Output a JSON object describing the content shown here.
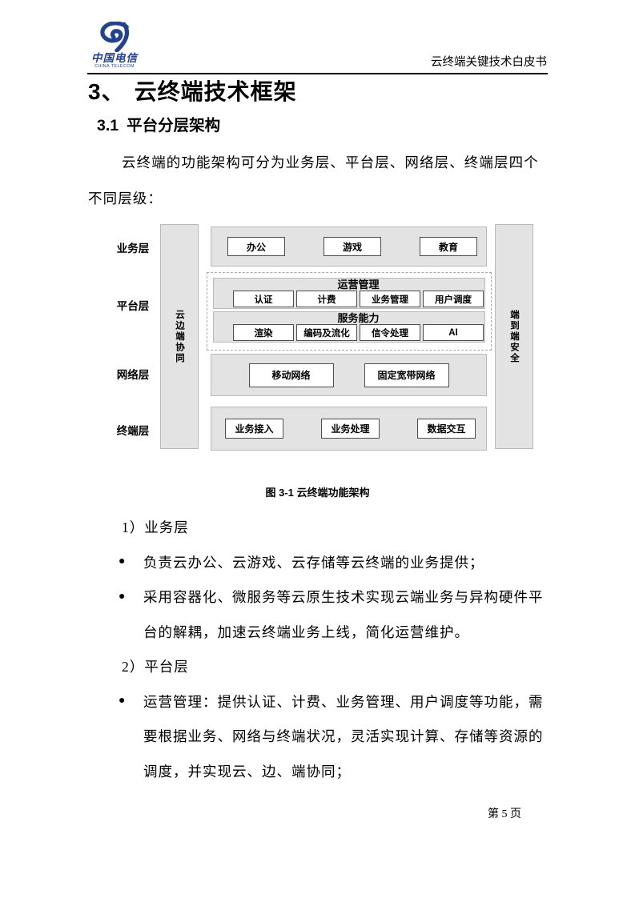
{
  "header": {
    "logo_cn": "中国电信",
    "logo_en": "CHINA TELECOM",
    "doc_title": "云终端关键技术白皮书"
  },
  "content": {
    "heading_number": "3、",
    "heading_title": "云终端技术框架",
    "subheading_number": "3.1",
    "subheading_title": "平台分层架构",
    "intro_lines": [
      "云终端的功能架构可分为业务层、平台层、网络层、终端层四个",
      "不同层级："
    ]
  },
  "diagram": {
    "layer_labels": [
      "业务层",
      "平台层",
      "网络层",
      "终端层"
    ],
    "left_bar": "云边端协同",
    "right_bar": "端到端安全",
    "business_boxes": [
      "办公",
      "游戏",
      "教育"
    ],
    "platform_groups": [
      {
        "title": "运营管理",
        "boxes": [
          "认证",
          "计费",
          "业务管理",
          "用户调度"
        ]
      },
      {
        "title": "服务能力",
        "boxes": [
          "渲染",
          "编码及流化",
          "信令处理",
          "AI"
        ]
      }
    ],
    "network_boxes": [
      "移动网络",
      "固定宽带网络"
    ],
    "terminal_boxes": [
      "业务接入",
      "业务处理",
      "数据交互"
    ],
    "caption": "图 3-1 云终端功能架构"
  },
  "body": {
    "bullet_glyph": "●",
    "lines": [
      "1）业务层",
      "负责云办公、云游戏、云存储等云终端的业务提供；",
      "采用容器化、微服务等云原生技术实现云端业务与异构硬件平",
      "台的解耦，加速云终端业务上线，简化运营维护。",
      "2）平台层",
      "运营管理：提供认证、计费、业务管理、用户调度等功能，需",
      "要根据业务、网络与终端状况，灵活实现计算、存储等资源的",
      "调度，并实现云、边、端协同；"
    ]
  },
  "footer": {
    "page_number": "第 5 页"
  },
  "colors": {
    "brand_blue": "#24418e",
    "panel_gray": "#e3e3e3",
    "panel_border": "#b9b9b9",
    "box_border": "#4d4d4d"
  }
}
